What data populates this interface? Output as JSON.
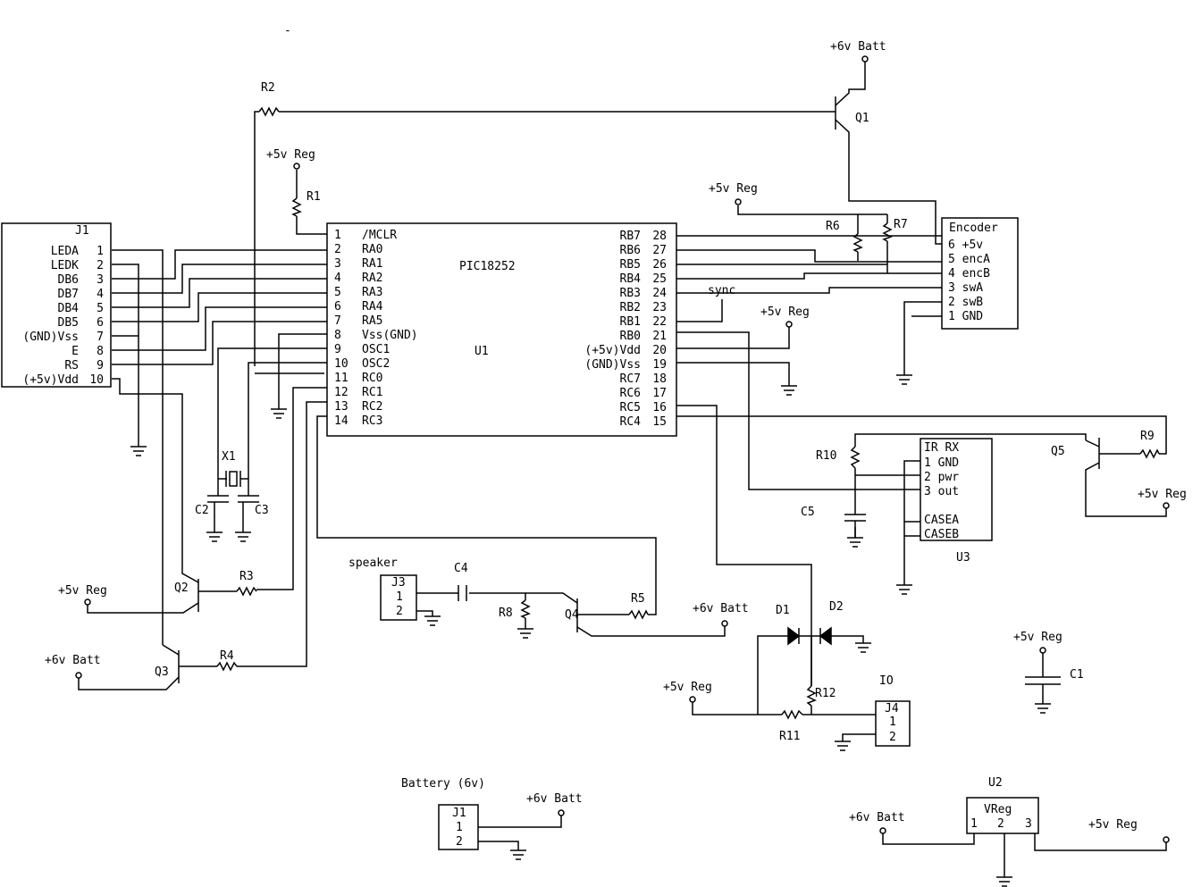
{
  "top_dash": "-",
  "lcd": {
    "ref": "J1",
    "pins": [
      {
        "name": "LEDA",
        "num": "1"
      },
      {
        "name": "LEDK",
        "num": "2"
      },
      {
        "name": "DB6",
        "num": "3"
      },
      {
        "name": "DB7",
        "num": "4"
      },
      {
        "name": "DB4",
        "num": "5"
      },
      {
        "name": "DB5",
        "num": "6"
      },
      {
        "name": "(GND)Vss",
        "num": "7"
      },
      {
        "name": "E",
        "num": "8"
      },
      {
        "name": "RS",
        "num": "9"
      },
      {
        "name": "(+5v)Vdd",
        "num": "10"
      }
    ]
  },
  "mcu": {
    "part": "PIC18252",
    "ref": "U1",
    "left_pins": [
      {
        "num": "1",
        "name": "/MCLR"
      },
      {
        "num": "2",
        "name": "RA0"
      },
      {
        "num": "3",
        "name": "RA1"
      },
      {
        "num": "4",
        "name": "RA2"
      },
      {
        "num": "5",
        "name": "RA3"
      },
      {
        "num": "6",
        "name": "RA4"
      },
      {
        "num": "7",
        "name": "RA5"
      },
      {
        "num": "8",
        "name": "Vss(GND)"
      },
      {
        "num": "9",
        "name": "OSC1"
      },
      {
        "num": "10",
        "name": "OSC2"
      },
      {
        "num": "11",
        "name": "RC0"
      },
      {
        "num": "12",
        "name": "RC1"
      },
      {
        "num": "13",
        "name": "RC2"
      },
      {
        "num": "14",
        "name": "RC3"
      }
    ],
    "right_pins": [
      {
        "name": "RB7",
        "num": "28"
      },
      {
        "name": "RB6",
        "num": "27"
      },
      {
        "name": "RB5",
        "num": "26"
      },
      {
        "name": "RB4",
        "num": "25"
      },
      {
        "name": "RB3",
        "num": "24"
      },
      {
        "name": "RB2",
        "num": "23"
      },
      {
        "name": "RB1",
        "num": "22"
      },
      {
        "name": "RB0",
        "num": "21"
      },
      {
        "name": "(+5v)Vdd",
        "num": "20"
      },
      {
        "name": "(GND)Vss",
        "num": "19"
      },
      {
        "name": "RC7",
        "num": "18"
      },
      {
        "name": "RC6",
        "num": "17"
      },
      {
        "name": "RC5",
        "num": "16"
      },
      {
        "name": "RC4",
        "num": "15"
      }
    ]
  },
  "encoder": {
    "title": "Encoder",
    "pins": [
      "6 +5v",
      "5 encA",
      "4 encB",
      "3 swA",
      "2 swB",
      "1 GND"
    ]
  },
  "irrx": {
    "title": "IR RX",
    "ref": "U3",
    "pins": [
      "1 GND",
      "2 pwr",
      "3 out"
    ],
    "case_pins": [
      "CASEA",
      "CASEB"
    ]
  },
  "vreg": {
    "ref": "U2",
    "title": "VReg",
    "pins": [
      "1",
      "2",
      "3"
    ]
  },
  "j3": {
    "ref": "J3",
    "caption": "speaker",
    "pins": [
      "1",
      "2"
    ]
  },
  "j4": {
    "ref": "J4",
    "caption": "IO",
    "pins": [
      "1",
      "2"
    ]
  },
  "batt_conn": {
    "ref": "J1",
    "caption": "Battery (6v)",
    "pins": [
      "1",
      "2"
    ]
  },
  "labels": {
    "R1": "R1",
    "R2": "R2",
    "R3": "R3",
    "R4": "R4",
    "R5": "R5",
    "R6": "R6",
    "R7": "R7",
    "R8": "R8",
    "R9": "R9",
    "R10": "R10",
    "R11": "R11",
    "R12": "R12",
    "C1": "C1",
    "C2": "C2",
    "C3": "C3",
    "C4": "C4",
    "C5": "C5",
    "Q1": "Q1",
    "Q2": "Q2",
    "Q3": "Q3",
    "Q4": "Q4",
    "Q5": "Q5",
    "D1": "D1",
    "D2": "D2",
    "X1": "X1",
    "sync": "sync"
  },
  "rails": {
    "reg5": "+5v Reg",
    "batt6": "+6v Batt"
  }
}
